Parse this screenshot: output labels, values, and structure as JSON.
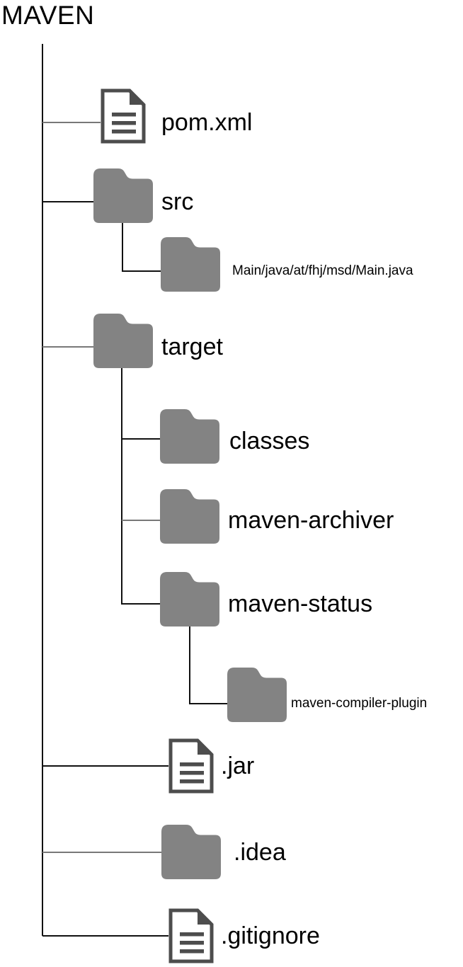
{
  "title": "MAVEN",
  "colors": {
    "folder_fill": "#838383",
    "file_outline": "#4d4d4d",
    "connector_dark": "#111111",
    "connector_gray": "#787878",
    "text": "#000000",
    "background": "#ffffff"
  },
  "tree": {
    "root_label": "MAVEN",
    "nodes": [
      {
        "label": "pom.xml",
        "type": "file",
        "parent": "MAVEN"
      },
      {
        "label": "src",
        "type": "folder",
        "parent": "MAVEN"
      },
      {
        "label": "Main/java/at/fhj/msd/Main.java",
        "type": "folder",
        "parent": "src"
      },
      {
        "label": "target",
        "type": "folder",
        "parent": "MAVEN"
      },
      {
        "label": "classes",
        "type": "folder",
        "parent": "target"
      },
      {
        "label": "maven-archiver",
        "type": "folder",
        "parent": "target"
      },
      {
        "label": "maven-status",
        "type": "folder",
        "parent": "target"
      },
      {
        "label": "maven-compiler-plugin",
        "type": "folder",
        "parent": "maven-status"
      },
      {
        "label": ".jar",
        "type": "file",
        "parent": "MAVEN"
      },
      {
        "label": ".idea",
        "type": "folder",
        "parent": "MAVEN"
      },
      {
        "label": ".gitignore",
        "type": "file",
        "parent": "MAVEN"
      }
    ]
  }
}
